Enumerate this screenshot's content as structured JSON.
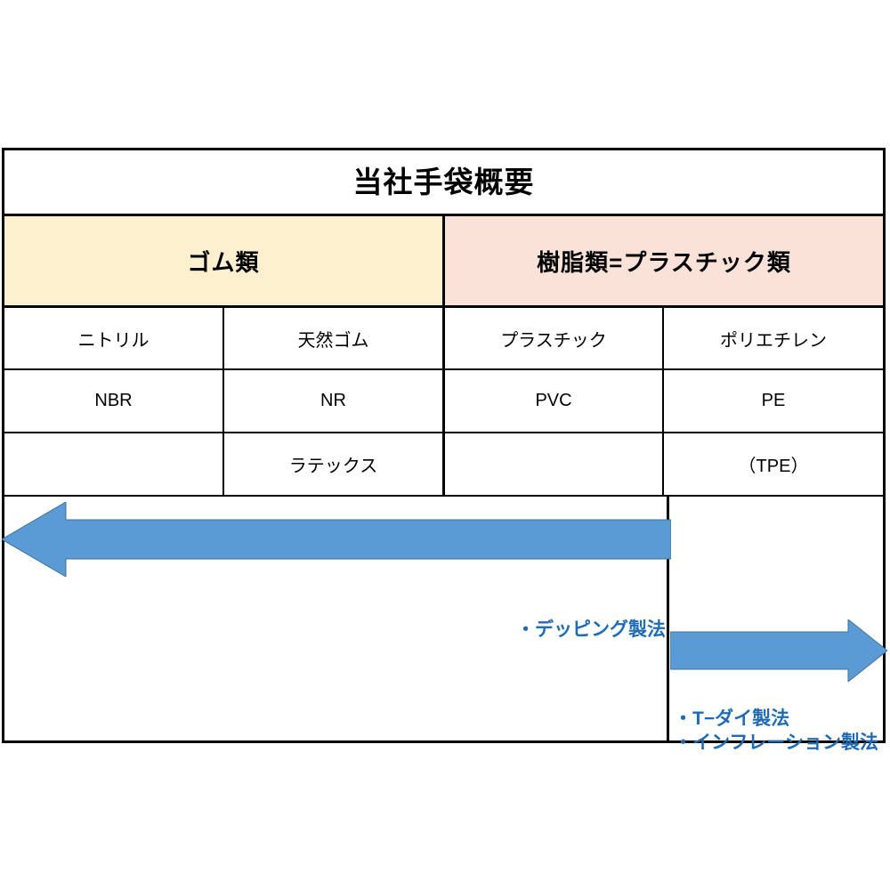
{
  "table": {
    "title": "当社手袋概要",
    "categories": [
      {
        "label": "ゴム類",
        "color": "#FDF0CE"
      },
      {
        "label": "樹脂類=プラスチック類",
        "color": "#FBE2D9"
      }
    ],
    "rows": [
      {
        "cells": [
          "ニトリル",
          "天然ゴム",
          "プラスチック",
          "ポリエチレン"
        ]
      },
      {
        "cells": [
          "NBR",
          "NR",
          "PVC",
          "PE"
        ]
      },
      {
        "cells": [
          "",
          "ラテックス",
          "",
          "（TPE）"
        ]
      }
    ]
  },
  "process": {
    "arrow_color": "#5B9BD5",
    "label_color": "#1F6CB4",
    "dipping": "・デッピング製法",
    "tdie": "・T−ダイ製法",
    "inflation": "・インフレーション製法"
  }
}
